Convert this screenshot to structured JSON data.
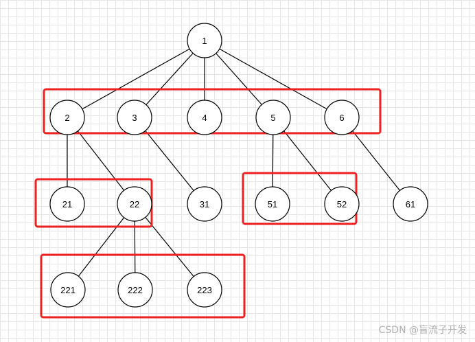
{
  "nodes": [
    {
      "id": "1",
      "label": "1"
    },
    {
      "id": "2",
      "label": "2"
    },
    {
      "id": "3",
      "label": "3"
    },
    {
      "id": "4",
      "label": "4"
    },
    {
      "id": "5",
      "label": "5"
    },
    {
      "id": "6",
      "label": "6"
    },
    {
      "id": "21",
      "label": "21"
    },
    {
      "id": "22",
      "label": "22"
    },
    {
      "id": "31",
      "label": "31"
    },
    {
      "id": "51",
      "label": "51"
    },
    {
      "id": "52",
      "label": "52"
    },
    {
      "id": "61",
      "label": "61"
    },
    {
      "id": "221",
      "label": "221"
    },
    {
      "id": "222",
      "label": "222"
    },
    {
      "id": "223",
      "label": "223"
    }
  ],
  "edges": [
    [
      "1",
      "2"
    ],
    [
      "1",
      "3"
    ],
    [
      "1",
      "4"
    ],
    [
      "1",
      "5"
    ],
    [
      "1",
      "6"
    ],
    [
      "2",
      "21"
    ],
    [
      "2",
      "22"
    ],
    [
      "3",
      "31"
    ],
    [
      "5",
      "51"
    ],
    [
      "5",
      "52"
    ],
    [
      "6",
      "61"
    ],
    [
      "22",
      "221"
    ],
    [
      "22",
      "222"
    ],
    [
      "22",
      "223"
    ]
  ],
  "highlight_groups": [
    {
      "members": [
        "2",
        "3",
        "4",
        "5",
        "6"
      ]
    },
    {
      "members": [
        "21",
        "22"
      ]
    },
    {
      "members": [
        "51",
        "52"
      ]
    },
    {
      "members": [
        "221",
        "222",
        "223"
      ]
    }
  ],
  "colors": {
    "highlight": "#ee2222",
    "edge": "#000000",
    "node_fill": "#ffffff"
  },
  "watermark": "CSDN @盲流子开发"
}
